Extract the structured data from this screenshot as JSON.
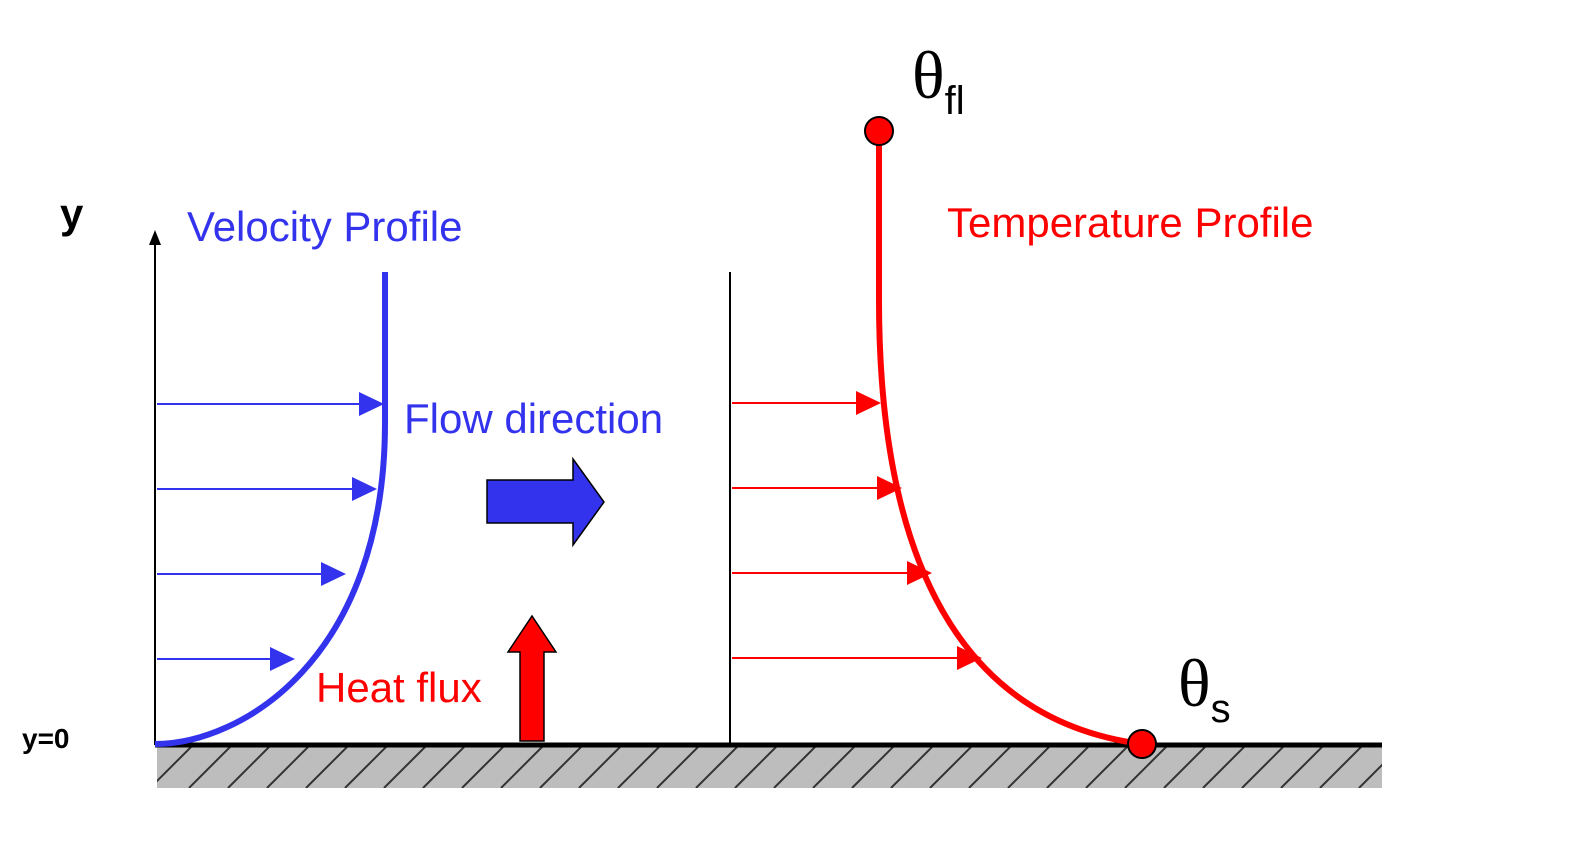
{
  "labels": {
    "y_axis": "y",
    "y_zero": "y=0",
    "velocity_profile": "Velocity Profile",
    "flow_direction": "Flow direction",
    "heat_flux": "Heat flux",
    "temperature_profile": "Temperature Profile",
    "theta_fluid_symbol": "θ",
    "theta_fluid_subscript": "fl",
    "theta_surface_symbol": "θ",
    "theta_surface_subscript": "s"
  },
  "colors": {
    "velocity": "#3333ee",
    "temperature": "#ff0000",
    "axis": "#000000",
    "ground_fill": "#bdbdbd",
    "hatch": "#333333",
    "point_outline": "#000000"
  }
}
